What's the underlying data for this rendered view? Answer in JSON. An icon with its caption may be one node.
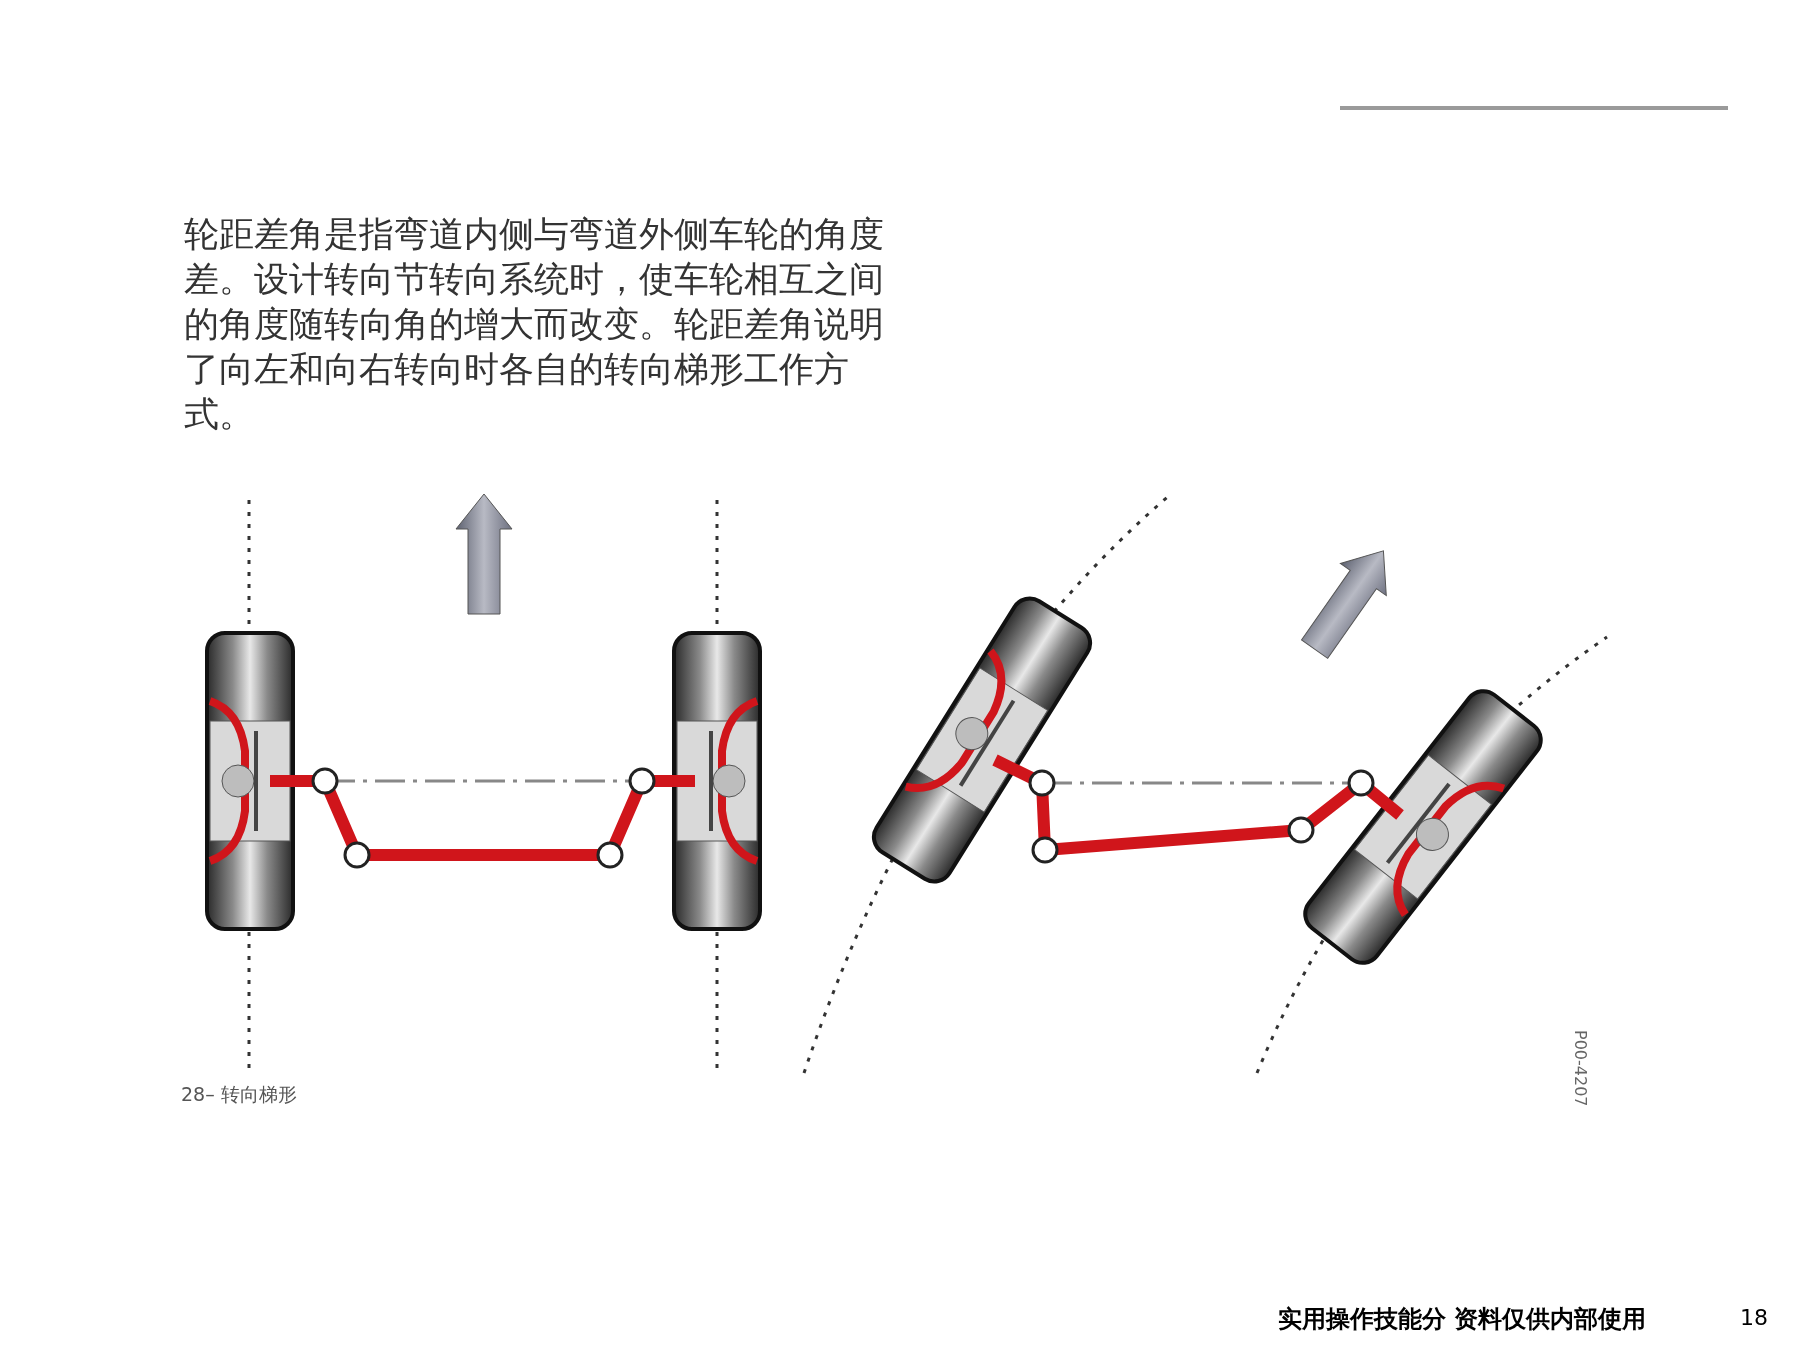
{
  "diagram": {
    "labels": [
      "轮距差角是指弯道内侧与弯道外侧车轮的角度差。设计转向节转向系统时，使车轮相互之间的角度随转向角的增大而改变。轮距差角说明了向左和向右转向时各自的转向梯形工作方式。",
      "28– 转向梯形",
      "P00-4207",
      "实用操作技能分 资料仅供内部使用",
      "18"
    ]
  }
}
